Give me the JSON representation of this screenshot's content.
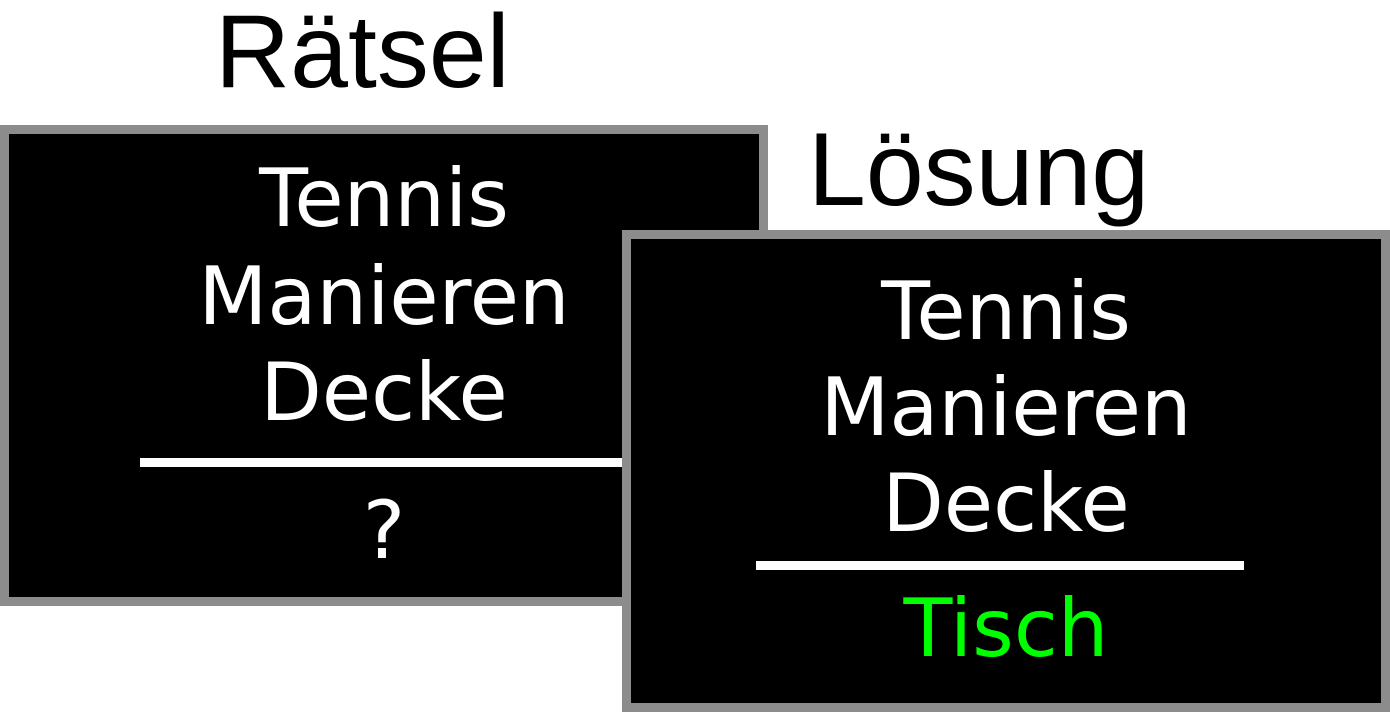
{
  "puzzle": {
    "title": "Rätsel",
    "words": [
      "Tennis",
      "Manieren",
      "Decke"
    ],
    "answer": "?"
  },
  "solution": {
    "title": "Lösung",
    "words": [
      "Tennis",
      "Manieren",
      "Decke"
    ],
    "answer": "Tisch",
    "answer_color": "#00ff00"
  },
  "colors": {
    "card_background": "#000000",
    "card_border": "#8c8c8c",
    "text": "#ffffff"
  }
}
